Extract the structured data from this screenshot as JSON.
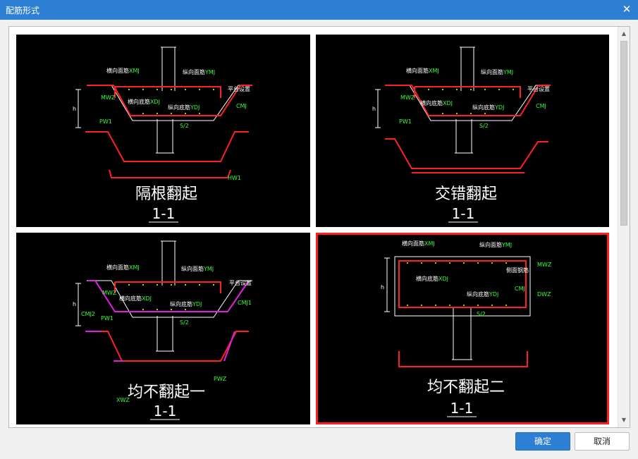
{
  "window": {
    "title": "配筋形式",
    "close_icon": "close-icon"
  },
  "options": [
    {
      "caption": "隔根翻起",
      "section": "1-1",
      "selected": false,
      "labels": {
        "top_trans": "横向面筋",
        "top_trans_code": "XMJ",
        "top_long": "纵向面筋",
        "top_long_code": "YMJ",
        "bot_trans": "横向底筋",
        "bot_trans_code": "XDJ",
        "bot_long": "纵向底筋",
        "bot_long_code": "YDJ",
        "side": "CMJ",
        "mwz": "MWZ",
        "h": "h",
        "pw": "PW1",
        "s": "S/2",
        "steps": "平台设置",
        "dim": "HW1"
      }
    },
    {
      "caption": "交错翻起",
      "section": "1-1",
      "selected": false,
      "labels": {
        "top_trans": "横向面筋",
        "top_trans_code": "XMJ",
        "top_long": "纵向面筋",
        "top_long_code": "YMJ",
        "bot_trans": "横向底筋",
        "bot_trans_code": "XDJ",
        "bot_long": "纵向底筋",
        "bot_long_code": "YDJ",
        "side": "CMJ",
        "mwz": "MWZ",
        "h": "h",
        "pw": "PW1",
        "s": "S/2",
        "steps": "平台设置"
      }
    },
    {
      "caption": "均不翻起一",
      "section": "1-1",
      "selected": false,
      "labels": {
        "top_trans": "横向面筋",
        "top_trans_code": "XMJ",
        "top_long": "纵向面筋",
        "top_long_code": "YMJ",
        "bot_trans": "横向底筋",
        "bot_trans_code": "XDJ",
        "bot_long": "纵向底筋",
        "bot_long_code": "YDJ",
        "side": "CMJ1",
        "side2": "CMJ2",
        "mwz": "MWZ",
        "h": "h",
        "pw": "PW1",
        "s": "S/2",
        "steps": "平台设置",
        "dim": "PWZ",
        "dim2": "XWZ"
      }
    },
    {
      "caption": "均不翻起二",
      "section": "1-1",
      "selected": true,
      "labels": {
        "top_trans": "横向面筋",
        "top_trans_code": "XMJ",
        "top_long": "纵向面筋",
        "top_long_code": "YMJ",
        "bot_trans": "横向底筋",
        "bot_trans_code": "XDJ",
        "bot_long": "纵向底筋",
        "bot_long_code": "YDJ",
        "side": "CMJ",
        "side_tag": "侧面钢筋",
        "mwz": "MWZ",
        "dwz": "DWZ",
        "h": "h",
        "s": "S/2"
      }
    }
  ],
  "buttons": {
    "ok": "确定",
    "cancel": "取消"
  },
  "colors": {
    "title_bar": "#2d7fd3",
    "selected_border": "#ff1f1f",
    "rebar_red": "#ff2020",
    "rebar_magenta": "#e020e0",
    "code_green": "#33ff33"
  }
}
